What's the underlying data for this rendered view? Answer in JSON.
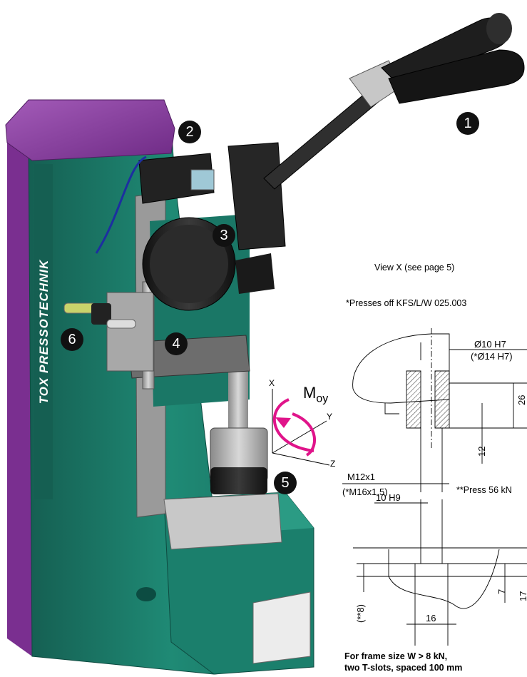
{
  "markers": [
    "1",
    "2",
    "3",
    "4",
    "5",
    "6"
  ],
  "brand": "TOX PRESSOTECHNIK",
  "moment": {
    "symbol": "M",
    "subscript": "oy"
  },
  "axes": {
    "x": "X",
    "y": "Y",
    "z": "Z"
  },
  "view_title": "View X (see page 5)",
  "presses_note": "*Presses off KFS/L/W 025.003",
  "press56_note": "**Press 56 kN",
  "dims": {
    "bore": "Ø10 H7",
    "bore_alt": "(*Ø14 H7)",
    "d26": "26",
    "d12": "12",
    "thread": "M12x1",
    "thread_alt": "(*M16x1,5)",
    "slot_w": "10 H9",
    "slot_h": "7",
    "slot_d": "17",
    "slot_depth_alt": "(**8)",
    "slot_base": "16"
  },
  "footnote_lines": [
    "For frame size W > 8 kN,",
    "two T-slots, spaced 100 mm"
  ],
  "colors": {
    "frame": "#1f8a75",
    "cap": "#8b3da0",
    "moment": "#e0148a"
  }
}
